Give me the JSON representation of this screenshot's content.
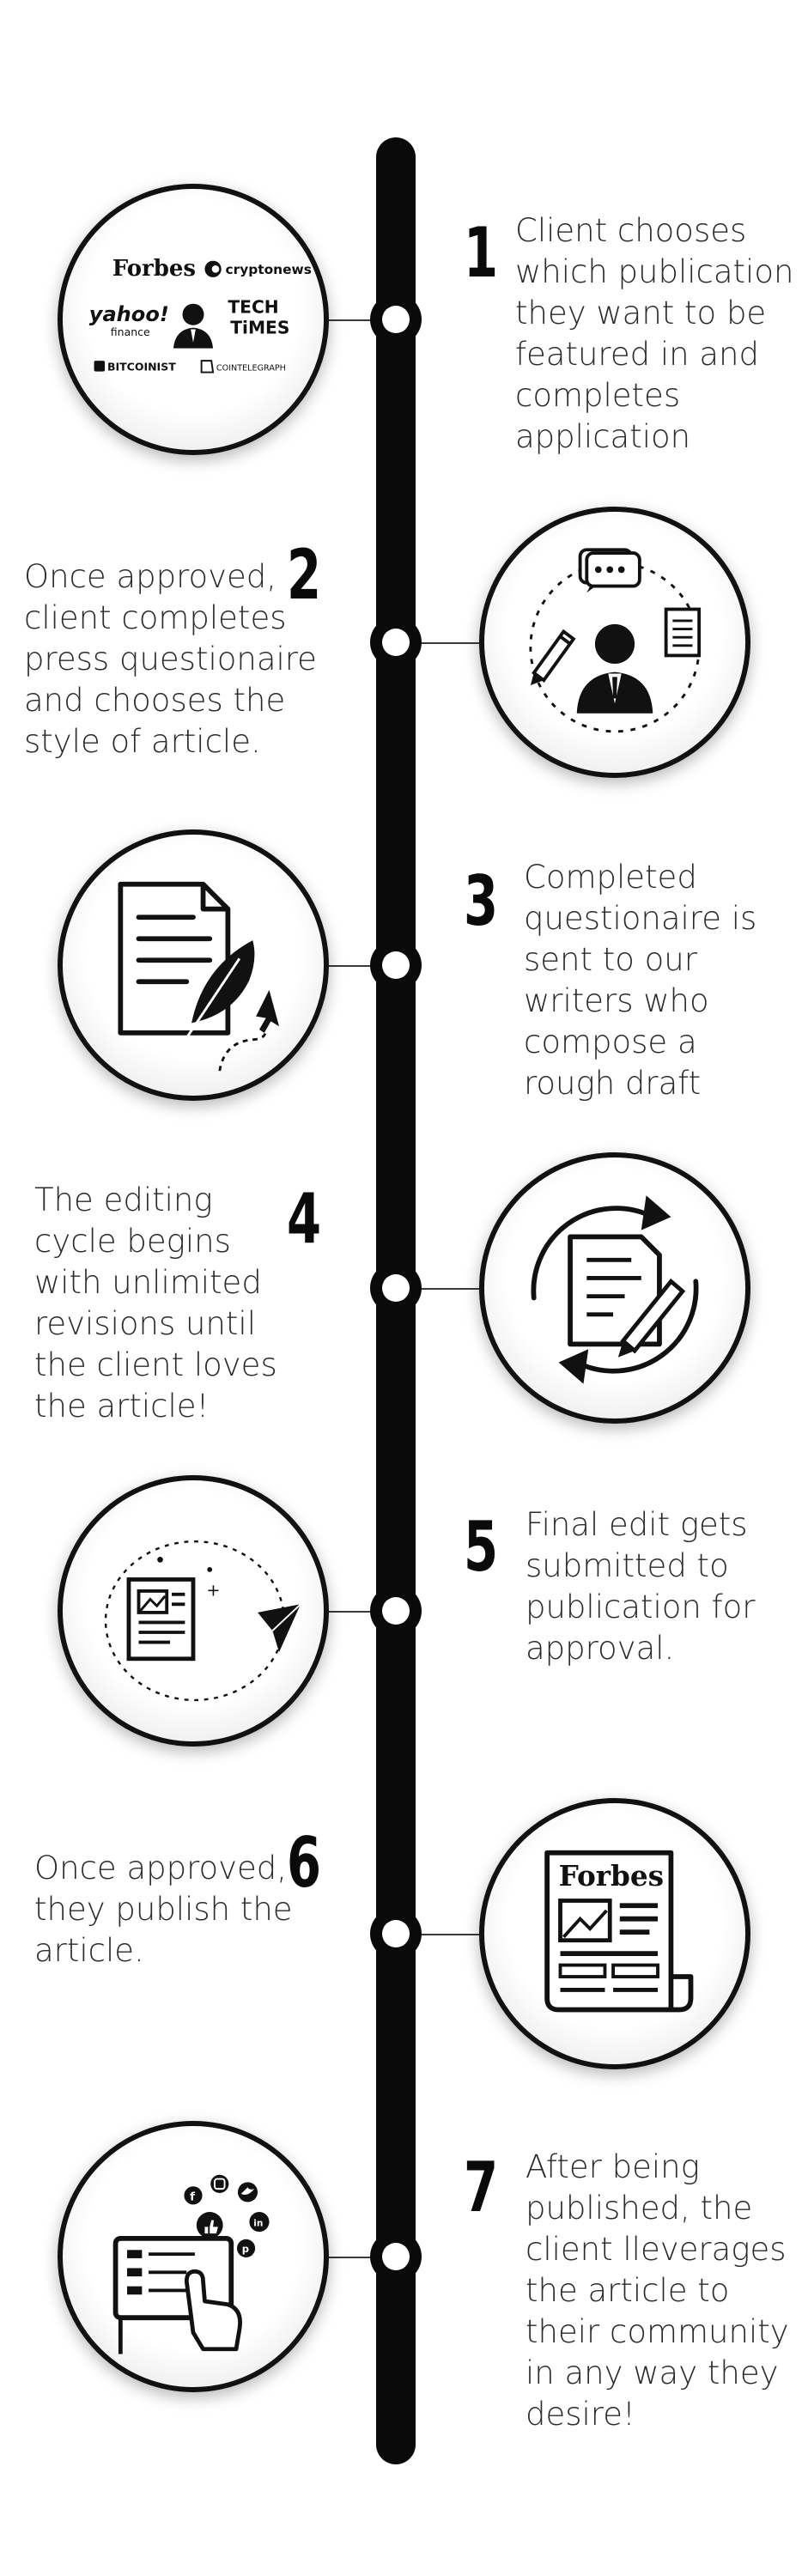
{
  "steps": [
    {
      "number": "1",
      "text": [
        "Client chooses",
        "which publication",
        "they want to be",
        "featured in and",
        "completes",
        "application"
      ]
    },
    {
      "number": "2",
      "text": [
        "Once approved,",
        "client completes",
        "press questionaire",
        "and chooses the",
        "style of article."
      ]
    },
    {
      "number": "3",
      "text": [
        "Completed",
        "questionaire is",
        "sent to our",
        "writers who",
        "compose a",
        "rough draft"
      ]
    },
    {
      "number": "4",
      "text": [
        "The editing",
        "cycle begins",
        "with unlimited",
        "revisions until",
        "the client loves",
        "the article!"
      ]
    },
    {
      "number": "5",
      "text": [
        "Final edit gets",
        "submitted to",
        "publication for",
        "approval."
      ]
    },
    {
      "number": "6",
      "text": [
        "Once approved,",
        "they publish the",
        "article."
      ]
    },
    {
      "number": "7",
      "text": [
        "After being",
        "published, the",
        "client lleverages",
        "the article to",
        "their community",
        "in any way they",
        "desire!"
      ]
    }
  ],
  "logos": {
    "forbes": "Forbes",
    "cryptonews": "cryptonews",
    "yahoo": "yahoo!",
    "yahoo_sub": "finance",
    "techtimes_1": "TECH",
    "techtimes_2": "TiMES",
    "bitcoinist": "BITCOINIST",
    "cointelegraph": "COINTELEGRAPH",
    "forbes_newspaper": "Forbes"
  },
  "icons": {
    "step1": "publication-logos",
    "step2": "questionnaire-person-icon",
    "step3": "document-quill-icon",
    "step4": "revision-cycle-icon",
    "step5": "submit-paper-plane-icon",
    "step6": "newspaper-icon",
    "step7": "social-tablet-icon"
  },
  "colors": {
    "line": "#0a0a0a",
    "text": "#2a2a2a",
    "background": "#ffffff"
  }
}
